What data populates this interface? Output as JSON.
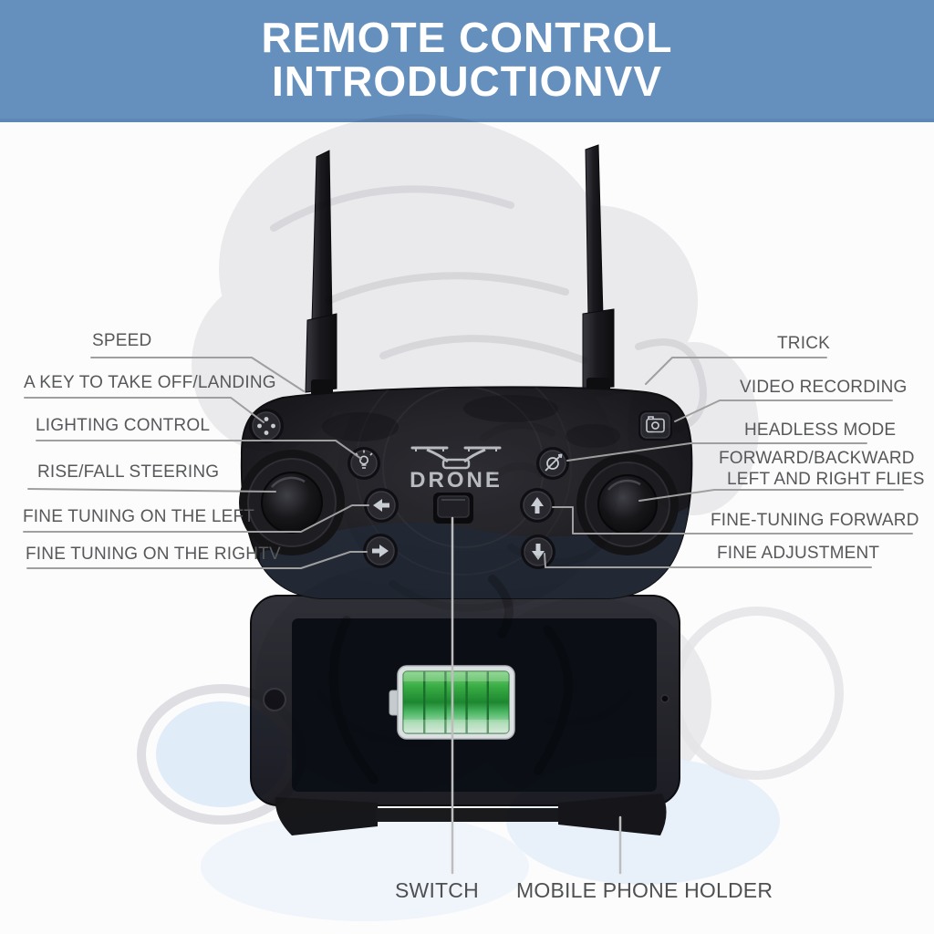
{
  "header": {
    "line1": "REMOTE CONTROL",
    "line2": "INTRODUCTIONVV"
  },
  "device": {
    "brand": "DRONE",
    "battery_level": "full",
    "icons": [
      "dpad-dots-icon",
      "bulb-icon",
      "arrow-left-icon",
      "arrow-right-icon",
      "arrow-up-icon",
      "arrow-down-icon",
      "camera-icon",
      "headless-rotate-icon",
      "drone-logo",
      "battery-icon"
    ]
  },
  "colors": {
    "banner_blue": "#6590be",
    "label_gray": "#57585a",
    "leader_gray": "#9f9f9f",
    "battery_green": "#2f9e3a",
    "body_black": "#222227",
    "body_navy": "#232b37"
  },
  "callouts": {
    "left": [
      {
        "id": "speed",
        "text": "SPEED"
      },
      {
        "id": "takeoff",
        "text": "A KEY TO TAKE OFF/LANDING"
      },
      {
        "id": "lighting",
        "text": "LIGHTING CONTROL"
      },
      {
        "id": "steering",
        "text": "RISE/FALL STEERING"
      },
      {
        "id": "tune-left",
        "text": "FINE TUNING ON THE LEFT"
      },
      {
        "id": "tune-right",
        "text": "FINE TUNING ON THE RIGHTV"
      }
    ],
    "right": [
      {
        "id": "trick",
        "text": "TRICK"
      },
      {
        "id": "video",
        "text": "VIDEO RECORDING"
      },
      {
        "id": "headless",
        "text": "HEADLESS MODE"
      },
      {
        "id": "fwd-back",
        "text": "FORWARD/BACKWARD"
      },
      {
        "id": "flies",
        "text": "LEFT AND RIGHT FLIES"
      },
      {
        "id": "tune-fwd",
        "text": "FINE-TUNING FORWARD"
      },
      {
        "id": "fine-adj",
        "text": "FINE ADJUSTMENT"
      }
    ],
    "bottom": [
      {
        "id": "switch",
        "text": "SWITCH"
      },
      {
        "id": "holder",
        "text": "MOBILE PHONE HOLDER"
      }
    ]
  }
}
